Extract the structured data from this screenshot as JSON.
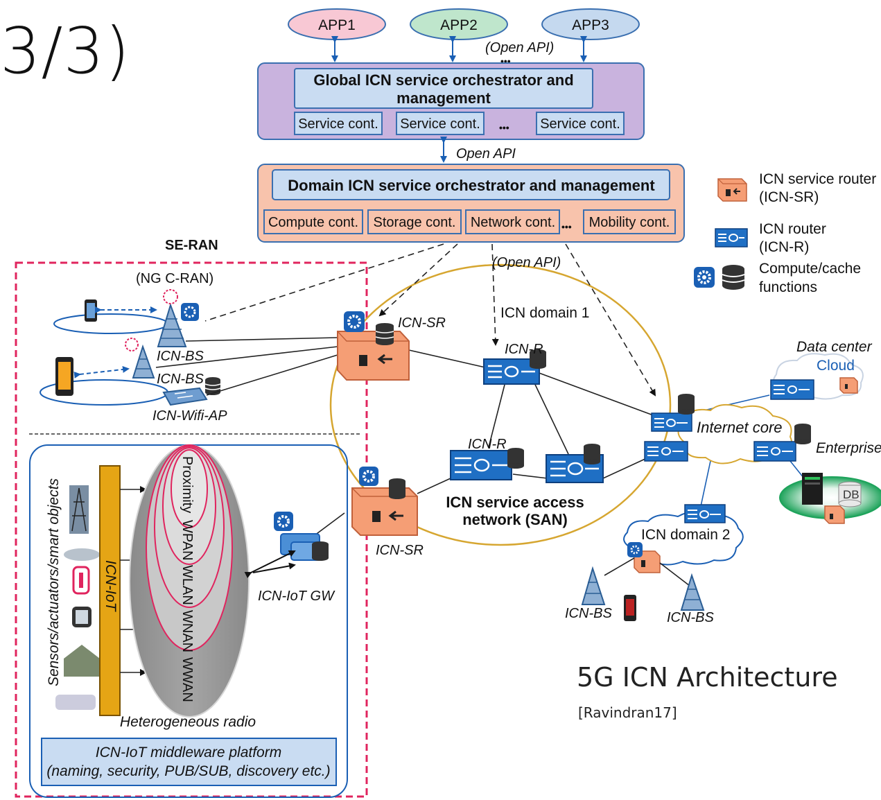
{
  "slide": {
    "title": "3/3)",
    "caption": "5G ICN Architecture",
    "citation": "[Ravindran17]"
  },
  "apps": [
    "APP1",
    "APP2",
    "APP3"
  ],
  "top_open_api": "(Open API)",
  "ellipsis": "•••",
  "global_orchestrator": {
    "title_line1": "Global ICN service orchestrator and",
    "title_line2": "management",
    "containers": [
      "Service cont.",
      "Service cont.",
      "Service cont."
    ]
  },
  "middle_open_api": "Open API",
  "domain_orchestrator": {
    "title": "Domain ICN service orchestrator and management",
    "containers": [
      "Compute cont.",
      "Storage cont.",
      "Network cont.",
      "Mobility cont."
    ]
  },
  "legend": {
    "service_router_line1": "ICN service router",
    "service_router_line2": "(ICN-SR)",
    "router_line1": "ICN router",
    "router_line2": "(ICN-R)",
    "compute_line1": "Compute/cache",
    "compute_line2": "functions"
  },
  "se_ran": {
    "title": "SE-RAN",
    "subtitle": "(NG C-RAN)",
    "bs1": "ICN-BS",
    "bs2": "ICN-BS",
    "wifi": "ICN-Wifi-AP"
  },
  "iot": {
    "side_label": "Sensors/actuators/smart objects",
    "bar_label": "ICN-IoT",
    "radio_layers": [
      "Proximity",
      "WPAN",
      "WLAN",
      "WNAN",
      "WWAN"
    ],
    "radio_caption": "Heterogeneous radio",
    "gw": "ICN-IoT GW",
    "middleware_line1": "ICN-IoT middleware platform",
    "middleware_line2": "(naming, security, PUB/SUB, discovery etc.)"
  },
  "core": {
    "sr_top": "ICN-SR",
    "sr_bottom": "ICN-SR",
    "domain1": "ICN domain 1",
    "lower_open_api": "(Open API)",
    "router_top": "ICN-R",
    "router_mid": "ICN-R",
    "san_line1": "ICN service access",
    "san_line2": "network (SAN)",
    "internet": "Internet core",
    "datacenter": "Data center",
    "cloud": "Cloud",
    "enterprise": "Enterprise",
    "db": "DB",
    "domain2": "ICN domain 2",
    "bs_left": "ICN-BS",
    "bs_right": "ICN-BS"
  },
  "colors": {
    "app1": "#f8c8d4",
    "app2": "#bfe6cc",
    "app3": "#c5d9ef",
    "global_box": "#c9b3de",
    "domain_box": "#f8c3ac",
    "inner_box": "#c9dcf2",
    "router_blue": "#1f6fc4",
    "service_router": "#f59e75",
    "se_ran_border": "#e0245e",
    "san_ellipse": "#d6a630",
    "iot_bar": "#e5a515",
    "green_enterprise": "#1ea35b"
  }
}
